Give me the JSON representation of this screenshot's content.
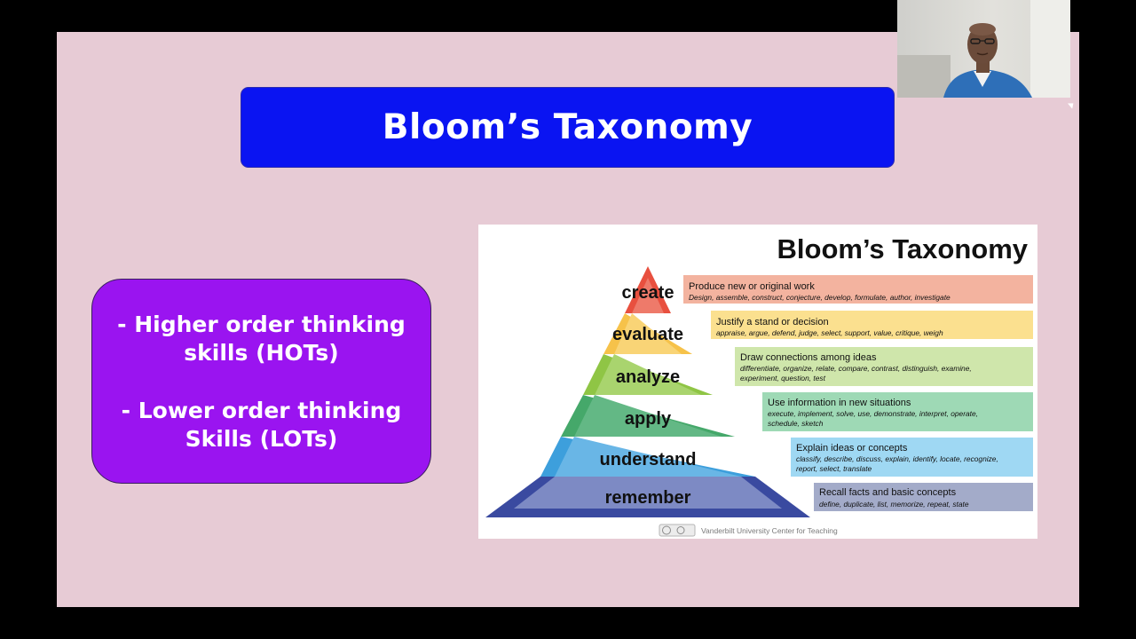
{
  "slide": {
    "title": "Bloom’s Taxonomy",
    "box_line1": "- Higher order thinking",
    "box_line2": "skills (HOTs)",
    "box_line3": "- Lower order thinking",
    "box_line4": "Skills (LOTs)"
  },
  "image": {
    "title": "Bloom’s Taxonomy",
    "credit": "Vanderbilt University Center for Teaching",
    "cc_icon": "creative-commons-icon",
    "levels": [
      {
        "name": "create",
        "color": "#e8503f",
        "head": "Produce new or original work",
        "desc1": "Design, assemble, construct, conjecture, develop, formulate, author, investigate",
        "desc2": ""
      },
      {
        "name": "evaluate",
        "color": "#f6c24a",
        "head": "Justify a stand or decision",
        "desc1": "appraise, argue, defend, judge, select, support, value, critique, weigh",
        "desc2": ""
      },
      {
        "name": "analyze",
        "color": "#8fc545",
        "head": "Draw connections among ideas",
        "desc1": "differentiate, organize, relate, compare, contrast, distinguish, examine,",
        "desc2": "experiment, question, test"
      },
      {
        "name": "apply",
        "color": "#45a86a",
        "head": "Use information in new situations",
        "desc1": "execute, implement, solve, use, demonstrate, interpret, operate,",
        "desc2": "schedule, sketch"
      },
      {
        "name": "understand",
        "color": "#3d9fdc",
        "head": "Explain ideas or concepts",
        "desc1": "classify, describe, discuss, explain, identify, locate, recognize,",
        "desc2": "report, select, translate"
      },
      {
        "name": "remember",
        "color": "#3a4aa0",
        "head": "Recall facts and basic concepts",
        "desc1": "define, duplicate, list, memorize, repeat, state",
        "desc2": ""
      }
    ]
  }
}
